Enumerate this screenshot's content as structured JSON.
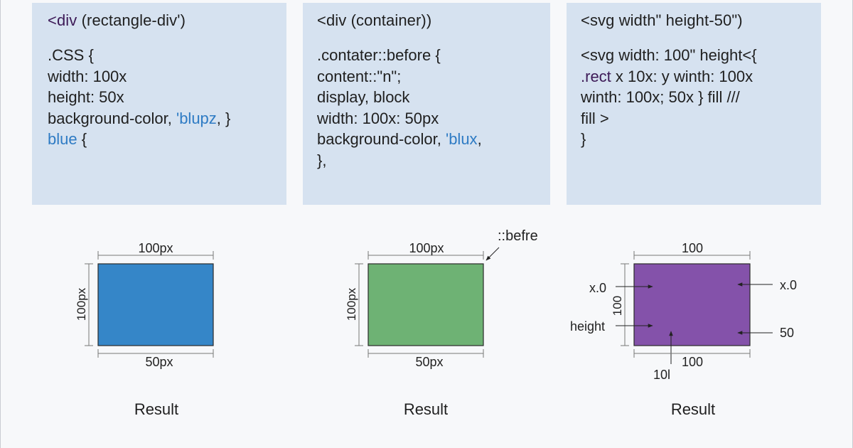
{
  "panels": [
    {
      "header": {
        "prefix": "<div",
        "rest": " (rectangle-div')"
      },
      "lines": [
        ".CSS {",
        "width: 100x",
        "height: 50x",
        {
          "pre": "background-color, ",
          "blue": "'blupz",
          "post": ", }"
        },
        {
          "pre": "",
          "blue": "blue",
          "post": " {"
        }
      ]
    },
    {
      "header": {
        "prefix": "<div",
        "rest": " (container))"
      },
      "lines": [
        ".contater::before {",
        "content::\"n\";",
        "display, block",
        "width: 100x: 50px",
        {
          "pre": "background-color, ",
          "blue": "'blux",
          "post": ","
        },
        "},"
      ]
    },
    {
      "header": {
        "prefix": "<svg width\"",
        "rest": " height-50\")"
      },
      "lines": [
        "<svg width: 100\" height<{",
        {
          "pre": "",
          "purple": ".rect",
          "post": " x 10x: y winth: 100x"
        },
        "winth: 100x; 50x }  fill ///",
        "fill >",
        "}"
      ]
    }
  ],
  "diagrams": [
    {
      "top_label": "100px",
      "side_label": "100px",
      "bottom_label": "50px",
      "fill": "#3586c8"
    },
    {
      "top_label": "100px",
      "side_label": "100px",
      "bottom_label": "50px",
      "fill": "#6eb274",
      "annotation": "::befre"
    },
    {
      "top_label": "100",
      "side_label": "100",
      "bottom_label": "100",
      "fill": "#8452aa",
      "left_x": "x.0",
      "left_height": "height",
      "right_x": "x.0",
      "right_num": "50",
      "below_num": "10l"
    }
  ],
  "results": [
    "Result",
    "Result",
    "Result"
  ],
  "colors": {
    "panel_bg": "#d6e2f0",
    "blue_token": "#2e7bc4",
    "purple_token": "#3d1a57"
  }
}
